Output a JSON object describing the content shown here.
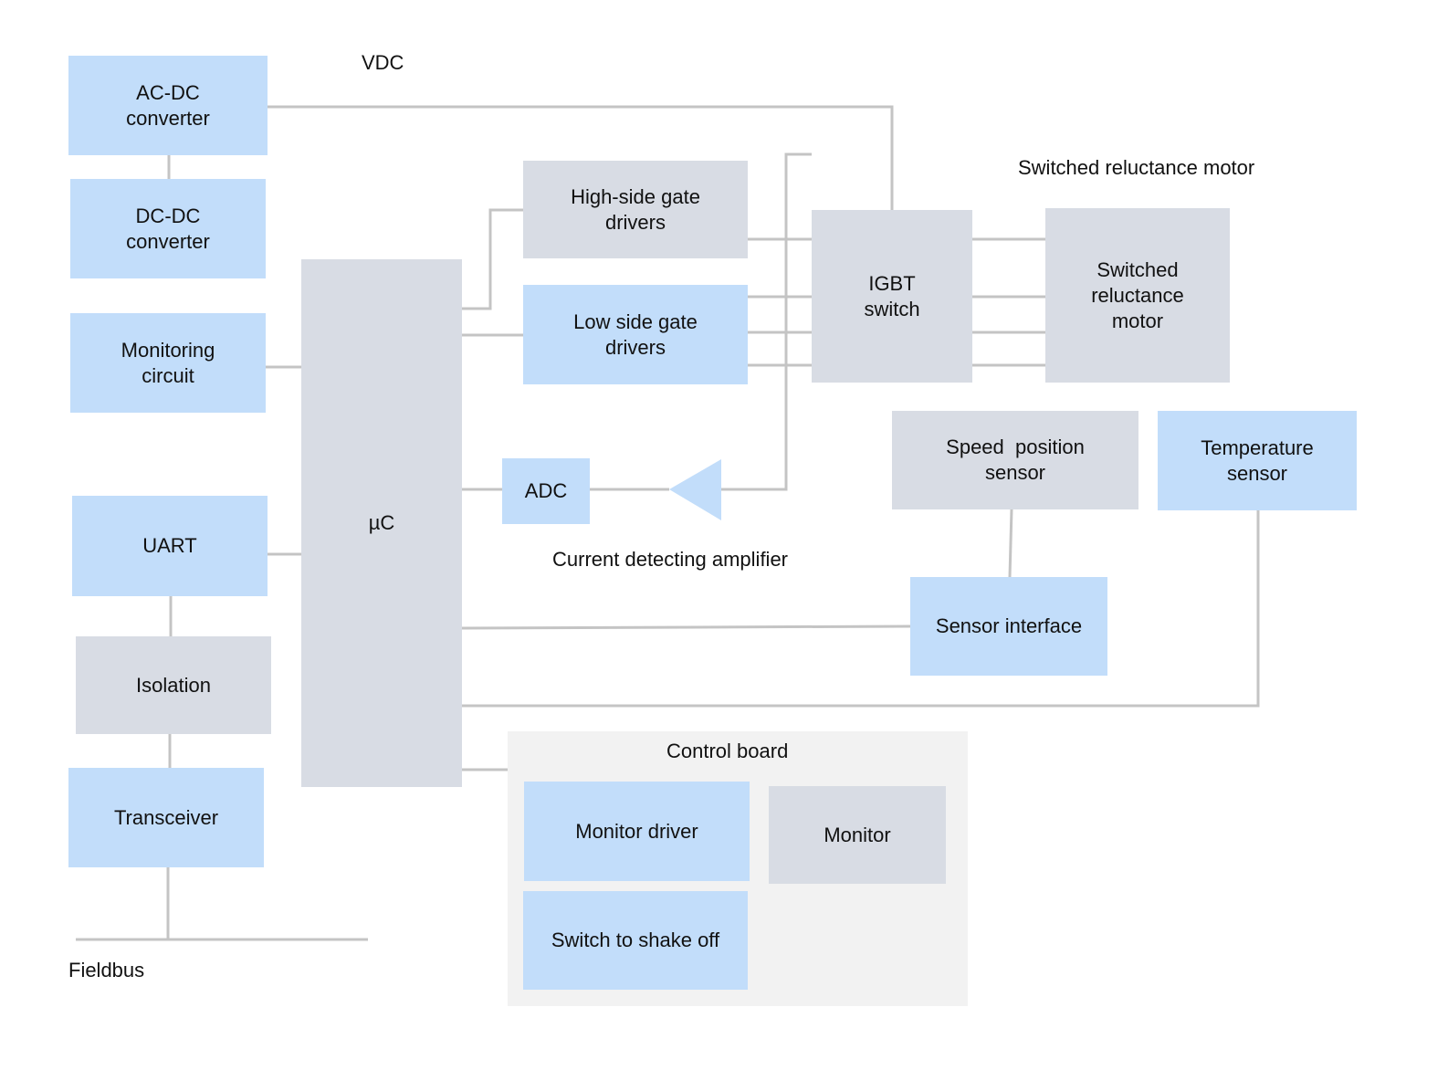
{
  "diagram": {
    "labels": {
      "vdc": "VDC",
      "motor_caption": "Switched reluctance motor",
      "amplifier_caption": "Current detecting amplifier",
      "control_board": "Control board",
      "fieldbus": "Fieldbus"
    },
    "blocks": {
      "ac_dc": "AC-DC\nconverter",
      "dc_dc": "DC-DC\nconverter",
      "monitoring": "Monitoring\ncircuit",
      "uart": "UART",
      "isolation": "Isolation",
      "transceiver": "Transceiver",
      "uc": "µC",
      "high_side": "High-side gate\ndrivers",
      "low_side": "Low side gate\ndrivers",
      "adc": "ADC",
      "igbt": "IGBT\nswitch",
      "motor": "Switched\nreluctance\nmotor",
      "speed_sensor": "Speed  position\nsensor",
      "temp_sensor": "Temperature\nsensor",
      "sensor_interface": "Sensor interface",
      "monitor_driver": "Monitor driver",
      "monitor": "Monitor",
      "switch_shake": "Switch to shake off"
    },
    "colors": {
      "blue_block": "#c2ddfa",
      "gray_block": "#d8dce4",
      "panel": "#f2f2f2",
      "line": "#c4c4c4",
      "amplifier": "#c2ddfa"
    }
  }
}
